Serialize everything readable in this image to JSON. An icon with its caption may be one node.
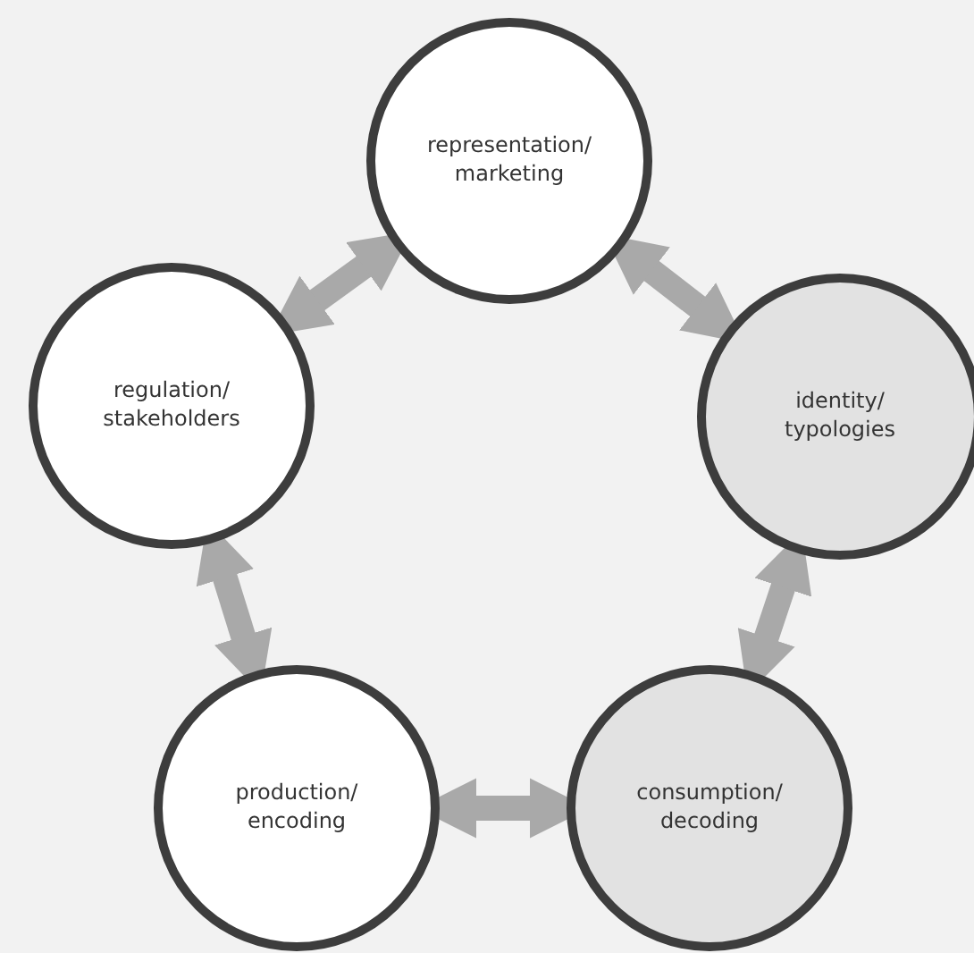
{
  "diagram": {
    "nodes": [
      {
        "text": [
          "representation/ marketing"
        ]
      },
      {
        "text": [
          "regulation/ stakeholders"
        ]
      },
      {
        "text": [
          "identity/ typologies"
        ]
      },
      {
        "text": [
          "production/ encoding"
        ]
      },
      {
        "text": [
          "consumption/ decoding"
        ]
      }
    ],
    "edges": [
      {
        "from": 1,
        "to": 0,
        "arrow": "both"
      },
      {
        "from": 0,
        "to": 2,
        "arrow": "both"
      },
      {
        "from": 1,
        "to": 3,
        "arrow": "both"
      },
      {
        "from": 2,
        "to": 4,
        "arrow": "both"
      },
      {
        "from": 3,
        "to": 4,
        "arrow": "both"
      }
    ]
  }
}
